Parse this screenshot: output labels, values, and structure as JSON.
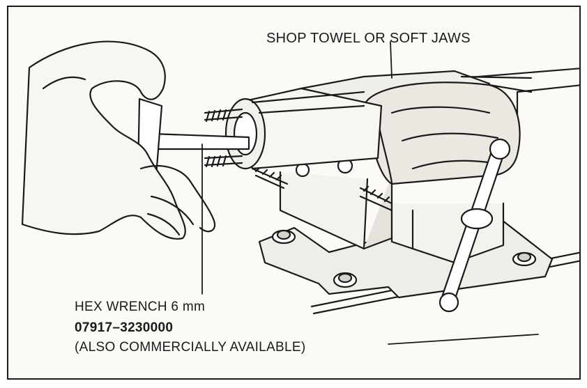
{
  "labels": {
    "shop_towel": "SHOP TOWEL OR SOFT JAWS",
    "hex_wrench": "HEX WRENCH 6 mm",
    "part_number": "07917–3230000",
    "commercially": "(ALSO COMMERCIALLY AVAILABLE)"
  }
}
